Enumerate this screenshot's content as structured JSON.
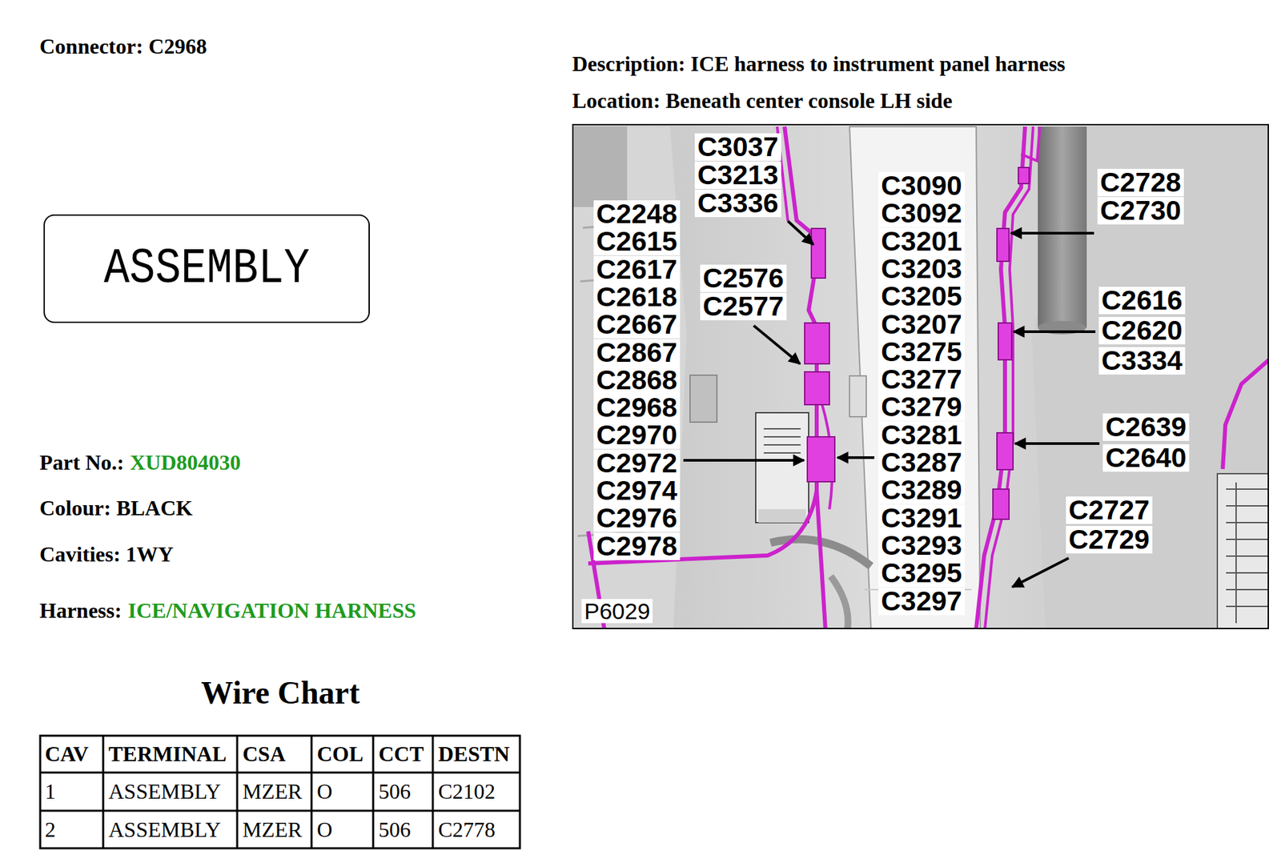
{
  "diagram": {
    "title": "Connector: C2968",
    "nodes": [
      {
        "text": [
          "ASSEMBLY"
        ]
      }
    ],
    "labels": [
      "Part No.:",
      "XUD804030",
      "Colour: BLACK",
      "Cavities: 1WY",
      "Harness:",
      "ICE/NAVIGATION HARNESS",
      "Wire Chart",
      "CAV",
      "TERMINAL",
      "CSA",
      "COL",
      "CCT",
      "DESTN",
      "1",
      "ASSEMBLY",
      "MZER",
      "O",
      "506",
      "C2102",
      "2",
      "ASSEMBLY",
      "MZER",
      "O",
      "506",
      "C2778",
      "Description: ICE harness to instrument panel harness",
      "Location: Beneath center console LH side",
      "C3037",
      "C3213",
      "C3336",
      "C2248",
      "C2615",
      "C2617",
      "C2618",
      "C2667",
      "C2867",
      "C2868",
      "C2968",
      "C2970",
      "C2972",
      "C2974",
      "C2976",
      "C2978",
      "C2576",
      "C2577",
      "C3090",
      "C3092",
      "C3201",
      "C3203",
      "C3205",
      "C3207",
      "C3275",
      "C3277",
      "C3279",
      "C3281",
      "C3287",
      "C3289",
      "C3291",
      "C3293",
      "C3295",
      "C3297",
      "C2728",
      "C2730",
      "C2616",
      "C2620",
      "C3334",
      "C2639",
      "C2640",
      "C2727",
      "C2729",
      "P6029"
    ]
  }
}
